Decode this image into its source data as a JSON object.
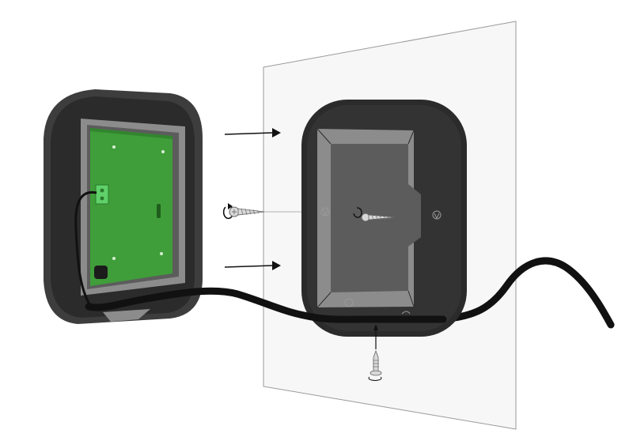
{
  "diagram": {
    "kind": "wall-mount-installation",
    "colors": {
      "background": "#ffffff",
      "wall": "#f7f7f7",
      "wall_edge": "#9a9a9a",
      "housing": "#2b2b2b",
      "housing_highlight": "#3d3d3d",
      "frame_inner": "#5c5c5c",
      "frame_rim": "#8c8c8c",
      "pcb": "#3f9e3a",
      "pcb_dark": "#2e7a2a",
      "connector": "#5fd06a",
      "cable": "#111111",
      "screw": "#d8d8d8",
      "arrow": "#111111"
    },
    "icons": {
      "rotate_icon": "clockwise-rotate-icon",
      "screw_icon": "wood-screw-icon",
      "direction_arrow": "right-arrow-icon"
    },
    "parts": {
      "front_unit": "front-unit-with-pcb",
      "back_plate": "mounting-back-plate",
      "wall": "wall-surface",
      "cable": "power-cable",
      "wall_screw": "wall-screw",
      "locking_screw": "bottom-locking-screw"
    }
  }
}
